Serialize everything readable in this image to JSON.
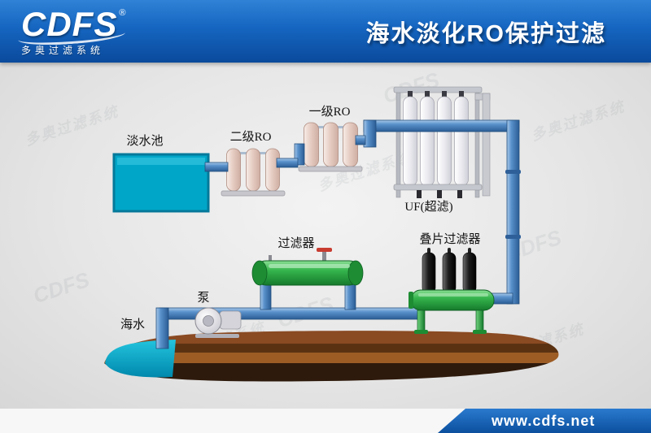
{
  "header": {
    "logo": {
      "text": "CDFS",
      "reg": "®",
      "subtext": "多奥过滤系统"
    },
    "title": "海水淡化RO保护过滤"
  },
  "watermark": {
    "brand": "CDFS",
    "brand_cn": "多奥过滤系统"
  },
  "diagram": {
    "labels": {
      "fresh_water_tank": "淡水池",
      "secondary_ro": "二级RO",
      "primary_ro": "一级RO",
      "uf": "UF(超滤)",
      "filter": "过滤器",
      "disc_filter": "叠片过滤器",
      "pump": "泵",
      "seawater": "海水"
    }
  },
  "footer": {
    "url": "www.cdfs.net"
  },
  "colors": {
    "header_blue_top": "#2f82d6",
    "header_blue_bottom": "#0a4a9c",
    "pipe_blue": "#4a86c6",
    "tank_teal": "#00a6c8",
    "ro_vessel_pink": "#e6cdc3",
    "uf_vessel_white": "#ebebf0",
    "filter_green": "#2fae45",
    "cartridge_black": "#1c1c1c",
    "ground_brown": "#6b3a18",
    "footer_blue": "#0c5aab",
    "background_gray": "#e4e4e4"
  }
}
